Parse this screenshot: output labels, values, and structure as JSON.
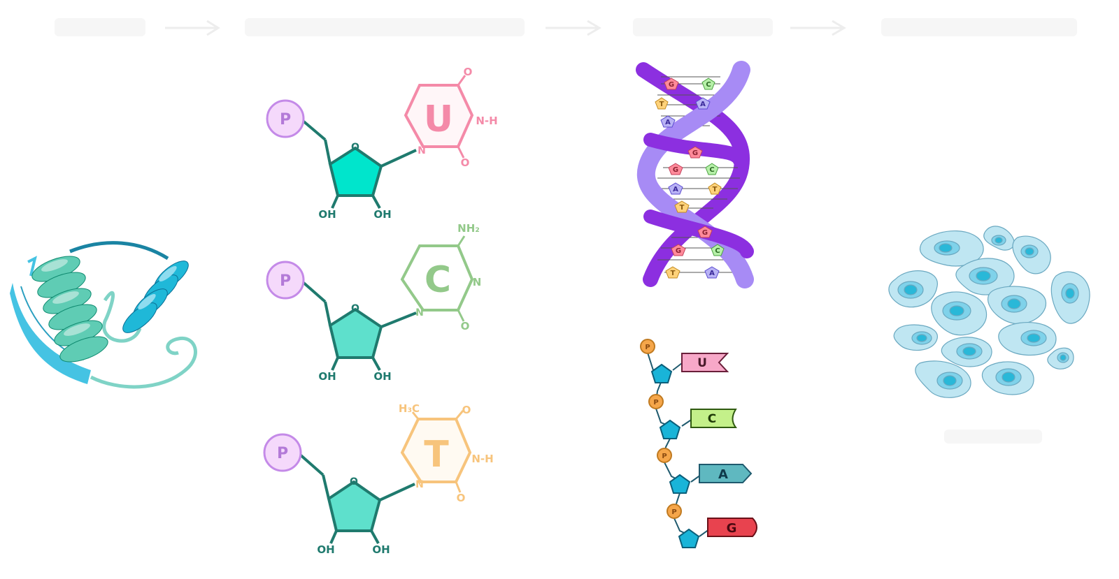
{
  "nucleotides": [
    {
      "phosphate": "P",
      "base_letter": "U",
      "n1": "N",
      "n3h": "N-H",
      "o_top": "O",
      "o_bottom": "O",
      "ring_o": "O",
      "oh_left": "OH",
      "oh_right": "OH",
      "color": "#f48aa8",
      "sugar_color": "#00e5cc"
    },
    {
      "phosphate": "P",
      "base_letter": "C",
      "n1": "N",
      "n3": "N",
      "nh2": "NH₂",
      "o_bottom": "O",
      "ring_o": "O",
      "oh_left": "OH",
      "oh_right": "OH",
      "color": "#93c98a",
      "sugar_color": "#5ee0cc"
    },
    {
      "phosphate": "P",
      "base_letter": "T",
      "n1": "N",
      "n3h": "N-H",
      "o_top": "O",
      "o_bottom": "O",
      "methyl": "H₃C",
      "ring_o": "O",
      "oh_left": "OH",
      "oh_right": "OH",
      "color": "#f7c47c",
      "sugar_color": "#5ee0cc"
    }
  ],
  "dna_helix": {
    "bases": [
      "G",
      "C",
      "T",
      "A",
      "A",
      "G",
      "G",
      "C",
      "A",
      "T",
      "T",
      "G",
      "G",
      "C",
      "T",
      "A"
    ]
  },
  "rna_strand": {
    "phosphate": "P",
    "bases": [
      {
        "letter": "U",
        "color": "#f7a8c8"
      },
      {
        "letter": "C",
        "color": "#c4f08a"
      },
      {
        "letter": "A",
        "color": "#5fb8c0"
      },
      {
        "letter": "G",
        "color": "#e8434f"
      }
    ]
  },
  "colors": {
    "backbone_teal": "#1f7a6e",
    "phosphate_fill": "#f5d9fb",
    "phosphate_stroke": "#c48ae8",
    "helix_purple": "#8c2fe0",
    "helix_lavender": "#a78bf5",
    "cell_fill": "#bfe6f2",
    "cell_nucleus": "#29b8d8"
  }
}
